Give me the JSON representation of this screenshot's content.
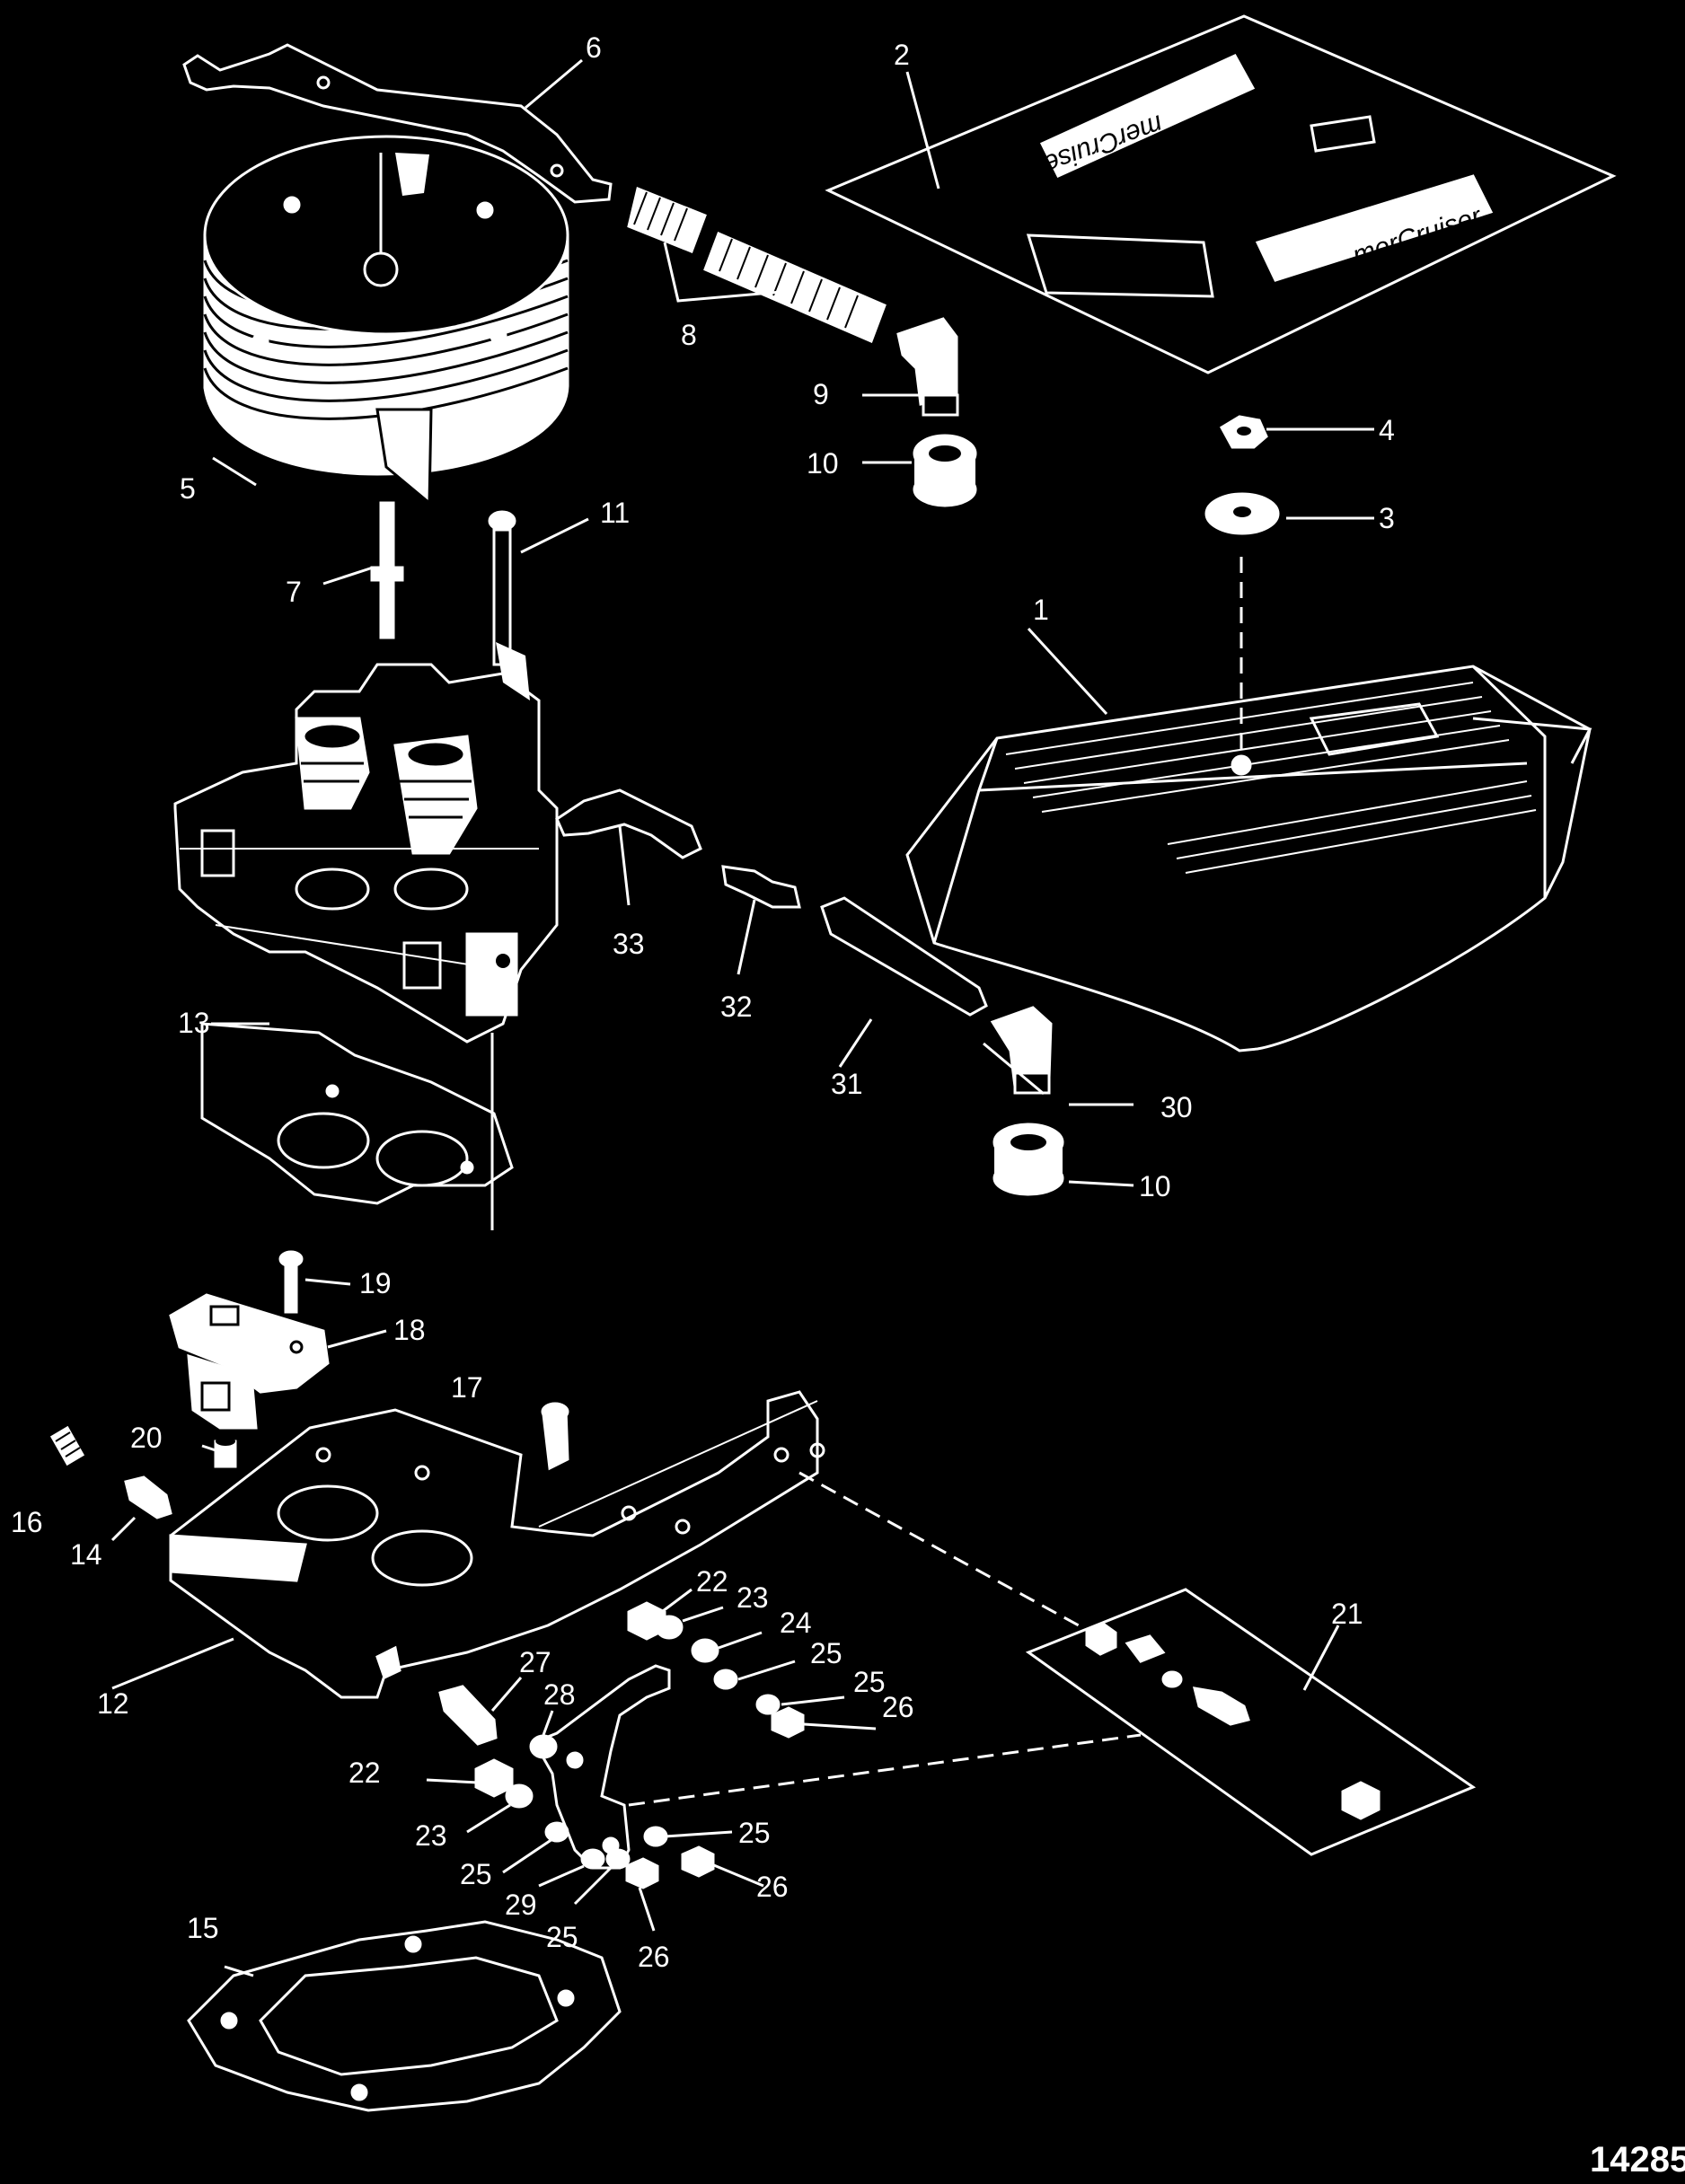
{
  "diagram": {
    "reference_number": "14285",
    "brand_text": "merCruiser",
    "callouts": [
      {
        "id": "c1",
        "text": "1"
      },
      {
        "id": "c2",
        "text": "2"
      },
      {
        "id": "c3",
        "text": "3"
      },
      {
        "id": "c4",
        "text": "4"
      },
      {
        "id": "c5",
        "text": "5"
      },
      {
        "id": "c6",
        "text": "6"
      },
      {
        "id": "c7",
        "text": "7"
      },
      {
        "id": "c8",
        "text": "8"
      },
      {
        "id": "c9",
        "text": "9"
      },
      {
        "id": "c10a",
        "text": "10"
      },
      {
        "id": "c10b",
        "text": "10"
      },
      {
        "id": "c11",
        "text": "11"
      },
      {
        "id": "c12",
        "text": "12"
      },
      {
        "id": "c13",
        "text": "13"
      },
      {
        "id": "c14",
        "text": "14"
      },
      {
        "id": "c15",
        "text": "15"
      },
      {
        "id": "c16",
        "text": "16"
      },
      {
        "id": "c17",
        "text": "17"
      },
      {
        "id": "c18",
        "text": "18"
      },
      {
        "id": "c19",
        "text": "19"
      },
      {
        "id": "c20",
        "text": "20"
      },
      {
        "id": "c21",
        "text": "21"
      },
      {
        "id": "c22a",
        "text": "22"
      },
      {
        "id": "c22b",
        "text": "22"
      },
      {
        "id": "c23a",
        "text": "23"
      },
      {
        "id": "c23b",
        "text": "23"
      },
      {
        "id": "c24",
        "text": "24"
      },
      {
        "id": "c25a",
        "text": "25"
      },
      {
        "id": "c25b",
        "text": "25"
      },
      {
        "id": "c25c",
        "text": "25"
      },
      {
        "id": "c25d",
        "text": "25"
      },
      {
        "id": "c25e",
        "text": "25"
      },
      {
        "id": "c26a",
        "text": "26"
      },
      {
        "id": "c26b",
        "text": "26"
      },
      {
        "id": "c26c",
        "text": "26"
      },
      {
        "id": "c27",
        "text": "27"
      },
      {
        "id": "c28",
        "text": "28"
      },
      {
        "id": "c29",
        "text": "29"
      },
      {
        "id": "c30",
        "text": "30"
      },
      {
        "id": "c31",
        "text": "31"
      },
      {
        "id": "c32",
        "text": "32"
      },
      {
        "id": "c33",
        "text": "33"
      }
    ]
  }
}
